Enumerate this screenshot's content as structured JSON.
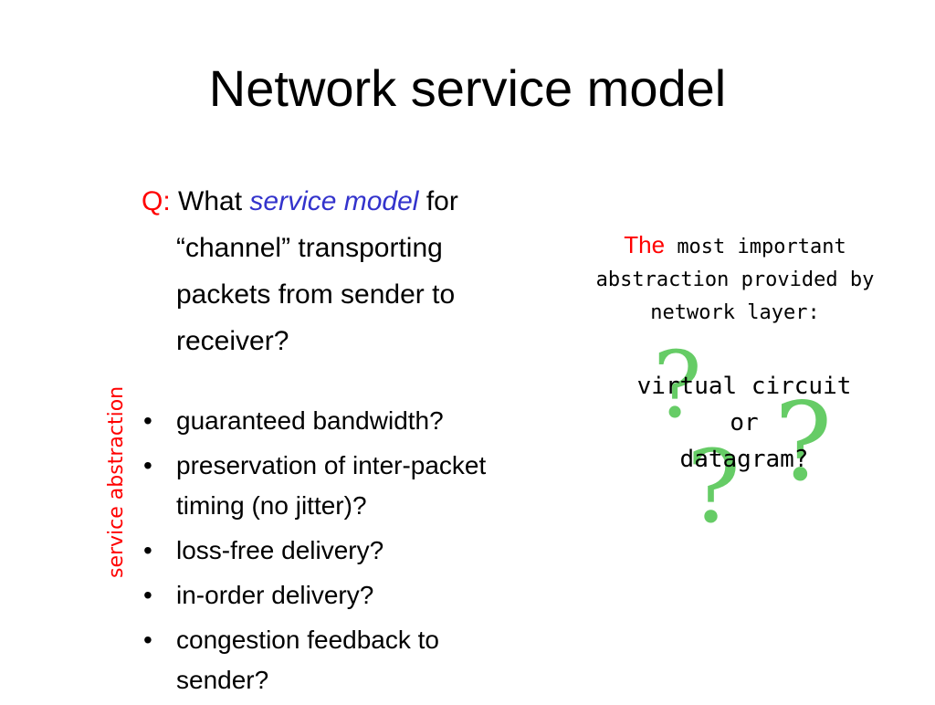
{
  "slide": {
    "title": "Network service model",
    "side_label": "service abstraction",
    "question": {
      "prefix": "Q:",
      "lead": "What",
      "emphasis": "service model",
      "rest": "for “channel” transporting packets from sender to receiver?"
    },
    "bullet_glyph": "•",
    "bullets": [
      "guaranteed bandwidth?",
      "preservation of inter-packet timing (no jitter)?",
      "loss-free delivery?",
      "in-order delivery?",
      "congestion feedback to sender?"
    ],
    "callout": {
      "the": "The",
      "text": "most important abstraction provided by network layer:"
    },
    "choice": {
      "line1": "virtual circuit",
      "line2": "or",
      "line3": "datagram?"
    },
    "question_mark": "?",
    "colors": {
      "accent_red": "#ff0000",
      "emphasis_blue": "#3333cc",
      "question_mark_green": "#66cc66"
    }
  }
}
